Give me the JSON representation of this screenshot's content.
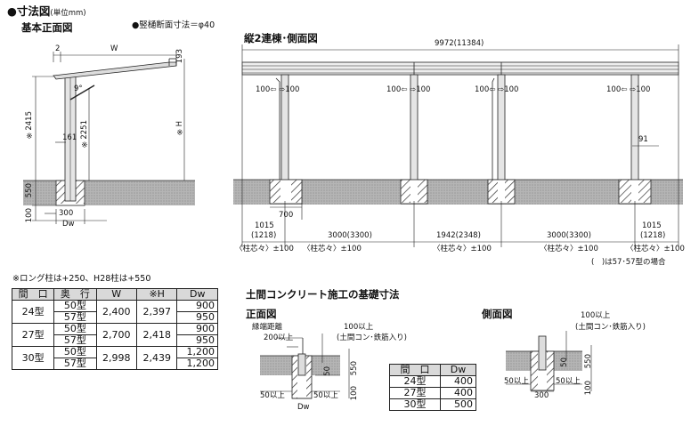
{
  "header": {
    "title": "●寸法図",
    "unit": "(単位mm)",
    "pillar_note": "●竪樋断面寸法＝φ40",
    "front_title": "基本正面図",
    "side_title": "縦2連棟･側面図"
  },
  "front": {
    "d_2": "2",
    "d_W": "W",
    "d_193": "193",
    "d_angle": "9°",
    "d_2415": "※2415",
    "d_2251": "※2251",
    "d_161": "161",
    "d_H": "※H",
    "d_550": "550",
    "d_100": "100",
    "d_300": "300",
    "d_Dw": "Dw"
  },
  "side": {
    "total": "9972(11384)",
    "d100": "100",
    "d91": "91",
    "d700": "700",
    "l1015a": "1015",
    "l1218a": "(1218)",
    "l1015b": "1015",
    "l1218b": "(1218)",
    "s1": "3000(3300)",
    "s2": "1942(2348)",
    "s3": "3000(3300)",
    "core": "〈柱芯々〉±100",
    "note": "(　)は57･57型の場合"
  },
  "notes": {
    "long_pillar": "※ロング柱は+250、H28柱は+550"
  },
  "spec_table": {
    "headers": [
      "間　口",
      "奥　行",
      "W",
      "※H",
      "Dw"
    ],
    "rows": [
      {
        "width": "24型",
        "depth": [
          "50型",
          "57型"
        ],
        "W": "2,400",
        "H": "2,397",
        "Dw": [
          "900",
          "950"
        ]
      },
      {
        "width": "27型",
        "depth": [
          "50型",
          "57型"
        ],
        "W": "2,700",
        "H": "2,418",
        "Dw": [
          "900",
          "950"
        ]
      },
      {
        "width": "30型",
        "depth": [
          "50型",
          "57型"
        ],
        "W": "2,998",
        "H": "2,439",
        "Dw": [
          "1,200",
          "1,200"
        ]
      }
    ]
  },
  "foundation": {
    "title": "土間コンクリート施工の基礎寸法",
    "front_label": "正面図",
    "side_label": "側面図",
    "edge": "縁端距離",
    "edge_val": "200以上",
    "over100": "100以上",
    "over100_note": "(土間コン･鉄筋入り)",
    "d50": "50",
    "d550": "550",
    "d100": "100",
    "over50": "50以上",
    "Dw": "Dw",
    "d300": "300",
    "table_headers": [
      "間　口",
      "Dw"
    ],
    "table_rows": [
      [
        "24型",
        "400"
      ],
      [
        "27型",
        "400"
      ],
      [
        "30型",
        "500"
      ]
    ]
  }
}
